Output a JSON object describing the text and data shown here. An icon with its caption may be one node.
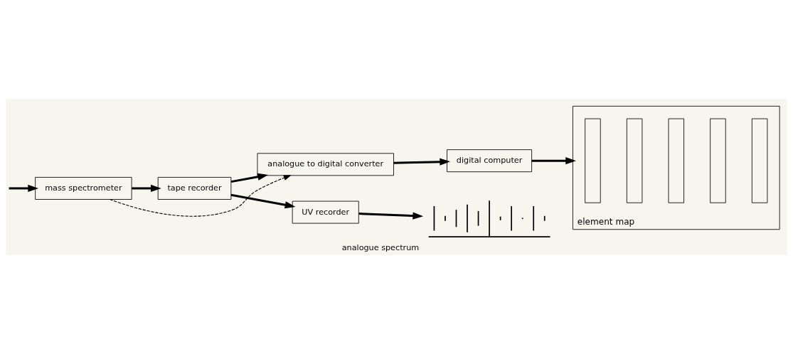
{
  "diagram": {
    "nodes": [
      {
        "text": [
          "mass spectrometer"
        ]
      },
      {
        "text": [
          "tape recorder"
        ]
      },
      {
        "text": [
          "analogue to digital converter"
        ]
      },
      {
        "text": [
          "UV recorder"
        ]
      },
      {
        "text": [
          "digital computer"
        ]
      },
      {
        "text": [
          "element map"
        ]
      },
      {
        "text": [],
        "shape": "bar",
        "in": 5
      },
      {
        "text": [],
        "shape": "bar",
        "in": 5
      },
      {
        "text": [],
        "shape": "bar",
        "in": 5
      },
      {
        "text": [],
        "shape": "bar",
        "in": 5
      },
      {
        "text": [],
        "shape": "bar",
        "in": 5
      },
      {
        "text": [],
        "shape": "picture",
        "beside": [
          "analogue spectrum"
        ]
      }
    ],
    "edges": [
      {
        "from": null,
        "to": 0,
        "arrow": "to"
      },
      {
        "from": 0,
        "to": 1,
        "arrow": "to"
      },
      {
        "from": 0,
        "to": 2,
        "arrow": "to",
        "style": "dashed"
      },
      {
        "from": 1,
        "to": 2,
        "arrow": "to"
      },
      {
        "from": 1,
        "to": 3,
        "arrow": "to"
      },
      {
        "from": 3,
        "to": 11,
        "arrow": "to"
      },
      {
        "from": 2,
        "to": 4,
        "arrow": "to"
      },
      {
        "from": 4,
        "to": 5,
        "arrow": "to"
      }
    ]
  }
}
